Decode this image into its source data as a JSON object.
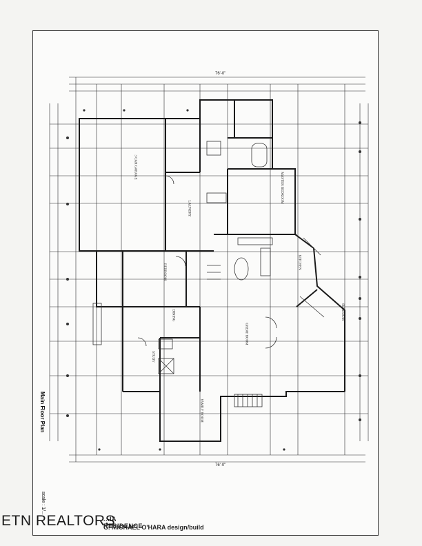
{
  "drawing": {
    "plan_title": "Main Floor Plan",
    "scale_label": "scale : 1/...",
    "residence_line": "...IA RESIDENCE",
    "designer_line": "G. MICHAEL O'HARA design/build",
    "overall_dimension": "76'-0\""
  },
  "watermark": {
    "text": "ETN REALTORS"
  },
  "rooms": [
    {
      "id": "garage",
      "label": "3 CAR GARAGE"
    },
    {
      "id": "master-bedroom",
      "label": "MASTER BEDROOM"
    },
    {
      "id": "bedroom-2",
      "label": "BEDROOM"
    },
    {
      "id": "kitchen",
      "label": "KITCHEN"
    },
    {
      "id": "great-room",
      "label": "GREAT ROOM"
    },
    {
      "id": "dining",
      "label": "DINING"
    },
    {
      "id": "family-room",
      "label": "FAMILY ROOM"
    },
    {
      "id": "sunroom",
      "label": "SUNROOM"
    },
    {
      "id": "laundry",
      "label": "LAUNDRY"
    },
    {
      "id": "study",
      "label": "STUDY"
    }
  ],
  "colors": {
    "line": "#2a2a2a",
    "paper": "#fbfbfa",
    "background": "#f4f4f2"
  }
}
